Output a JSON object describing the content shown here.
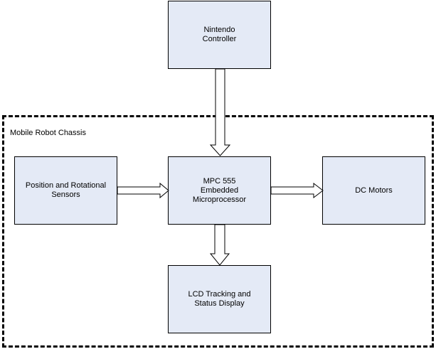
{
  "diagram": {
    "container": {
      "label": "Mobile Robot Chassis"
    },
    "nodes": {
      "controller": {
        "label": "Nintendo\nController"
      },
      "sensors": {
        "label": "Position and Rotational\nSensors"
      },
      "mpc": {
        "label": "MPC 555\nEmbedded\nMicroprocessor"
      },
      "motors": {
        "label": "DC Motors"
      },
      "lcd": {
        "label": "LCD Tracking and\nStatus Display"
      }
    },
    "edges": [
      {
        "from": "controller",
        "to": "mpc"
      },
      {
        "from": "sensors",
        "to": "mpc"
      },
      {
        "from": "mpc",
        "to": "motors"
      },
      {
        "from": "mpc",
        "to": "lcd"
      }
    ],
    "colors": {
      "box_fill": "#e4eaf6",
      "stroke": "#000000",
      "arrow_fill": "#ffffff"
    }
  }
}
